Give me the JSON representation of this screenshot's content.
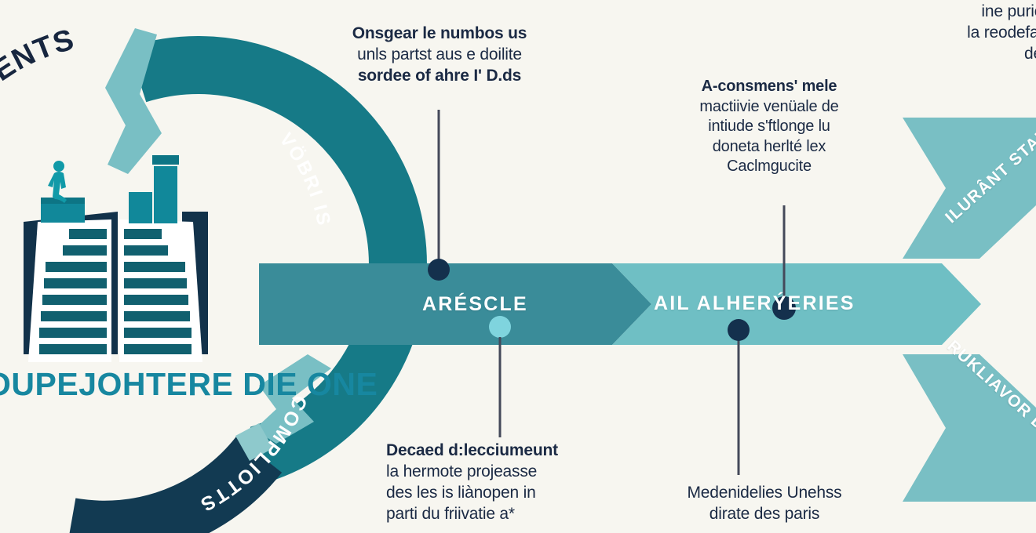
{
  "palette": {
    "background": "#f7f6f0",
    "ring_dark_teal": "#167a87",
    "ring_deep_navy": "#123a52",
    "band_dark_teal": "#3a8c99",
    "band_light_teal": "#6fbfc4",
    "arrow_light_teal": "#79bfc4",
    "arrow_pale_teal": "#8ec9cc",
    "accent_navy": "#14304d",
    "accent_cyan": "#7fd4de",
    "icon_teal": "#119aa8",
    "icon_navy": "#12324a",
    "text_navy": "#1b2a44",
    "title_teal": "#1787a0",
    "connector_line": "#44495a"
  },
  "hero": {
    "title_line_1": "OUPEJOHTERE",
    "title_line_2": "DIE ONE",
    "curved_heading": "ENTENTS",
    "icon": "open-book-with-podium-and-bar-chart"
  },
  "ring": {
    "labels": [
      {
        "text": "VÖBRI IS",
        "position": "upper-right-arc"
      },
      {
        "text": "COMPLIOTTS",
        "position": "lower-right-arc"
      }
    ]
  },
  "band": {
    "segments": [
      {
        "label": "ARÉSCLE",
        "color": "#3a8c99"
      },
      {
        "label": "AIL ALHERÝERIES",
        "color": "#6fbfc4"
      }
    ]
  },
  "right_arrows": [
    {
      "line_1": "ILURÂNT",
      "line_2": "STANCRE",
      "direction": "up-right"
    },
    {
      "line_1": "RUKLIAVOR",
      "line_2": "DRE NIIDNGS",
      "direction": "down-right"
    }
  ],
  "callouts": [
    {
      "id": "callout-top-left",
      "lines": [
        {
          "text": "Onsgear le numbos us",
          "bold": true
        },
        {
          "text": "unls partst aus e doilite",
          "bold": false
        },
        {
          "text": "sordee of ahre I' D.ds",
          "bold": true
        }
      ],
      "connector": "vertical-line-to-dot"
    },
    {
      "id": "callout-top-right",
      "lines": [
        {
          "text": "A-consmens' mele",
          "bold": true
        },
        {
          "text": "mactiivie venüale de",
          "bold": false
        },
        {
          "text": "intiude s'ftlonge lu",
          "bold": false
        },
        {
          "text": "doneta herlté lex",
          "bold": false
        },
        {
          "text": "Caclmgucite",
          "bold": false
        }
      ],
      "connector": "vertical-line-to-dot"
    },
    {
      "id": "callout-top-far-right",
      "lines": [
        {
          "text": "ine puric",
          "bold": false
        },
        {
          "text": "la reodefal",
          "bold": false
        },
        {
          "text": "de",
          "bold": false
        }
      ],
      "connector": "none"
    },
    {
      "id": "callout-bottom-left",
      "lines": [
        {
          "text": "Decaed d:lecciumeunt",
          "bold": true
        },
        {
          "text": "la hermote projeasse",
          "bold": false
        },
        {
          "text": "des les is liànopen in",
          "bold": false
        },
        {
          "text": "parti du friivatie a*",
          "bold": false
        }
      ],
      "connector": "vertical-line-to-dot"
    },
    {
      "id": "callout-bottom-right",
      "lines": [
        {
          "text": "Medenidelies Unehss",
          "bold": false
        },
        {
          "text": "dirate des paris",
          "bold": false
        }
      ],
      "connector": "vertical-line-to-dot"
    }
  ]
}
